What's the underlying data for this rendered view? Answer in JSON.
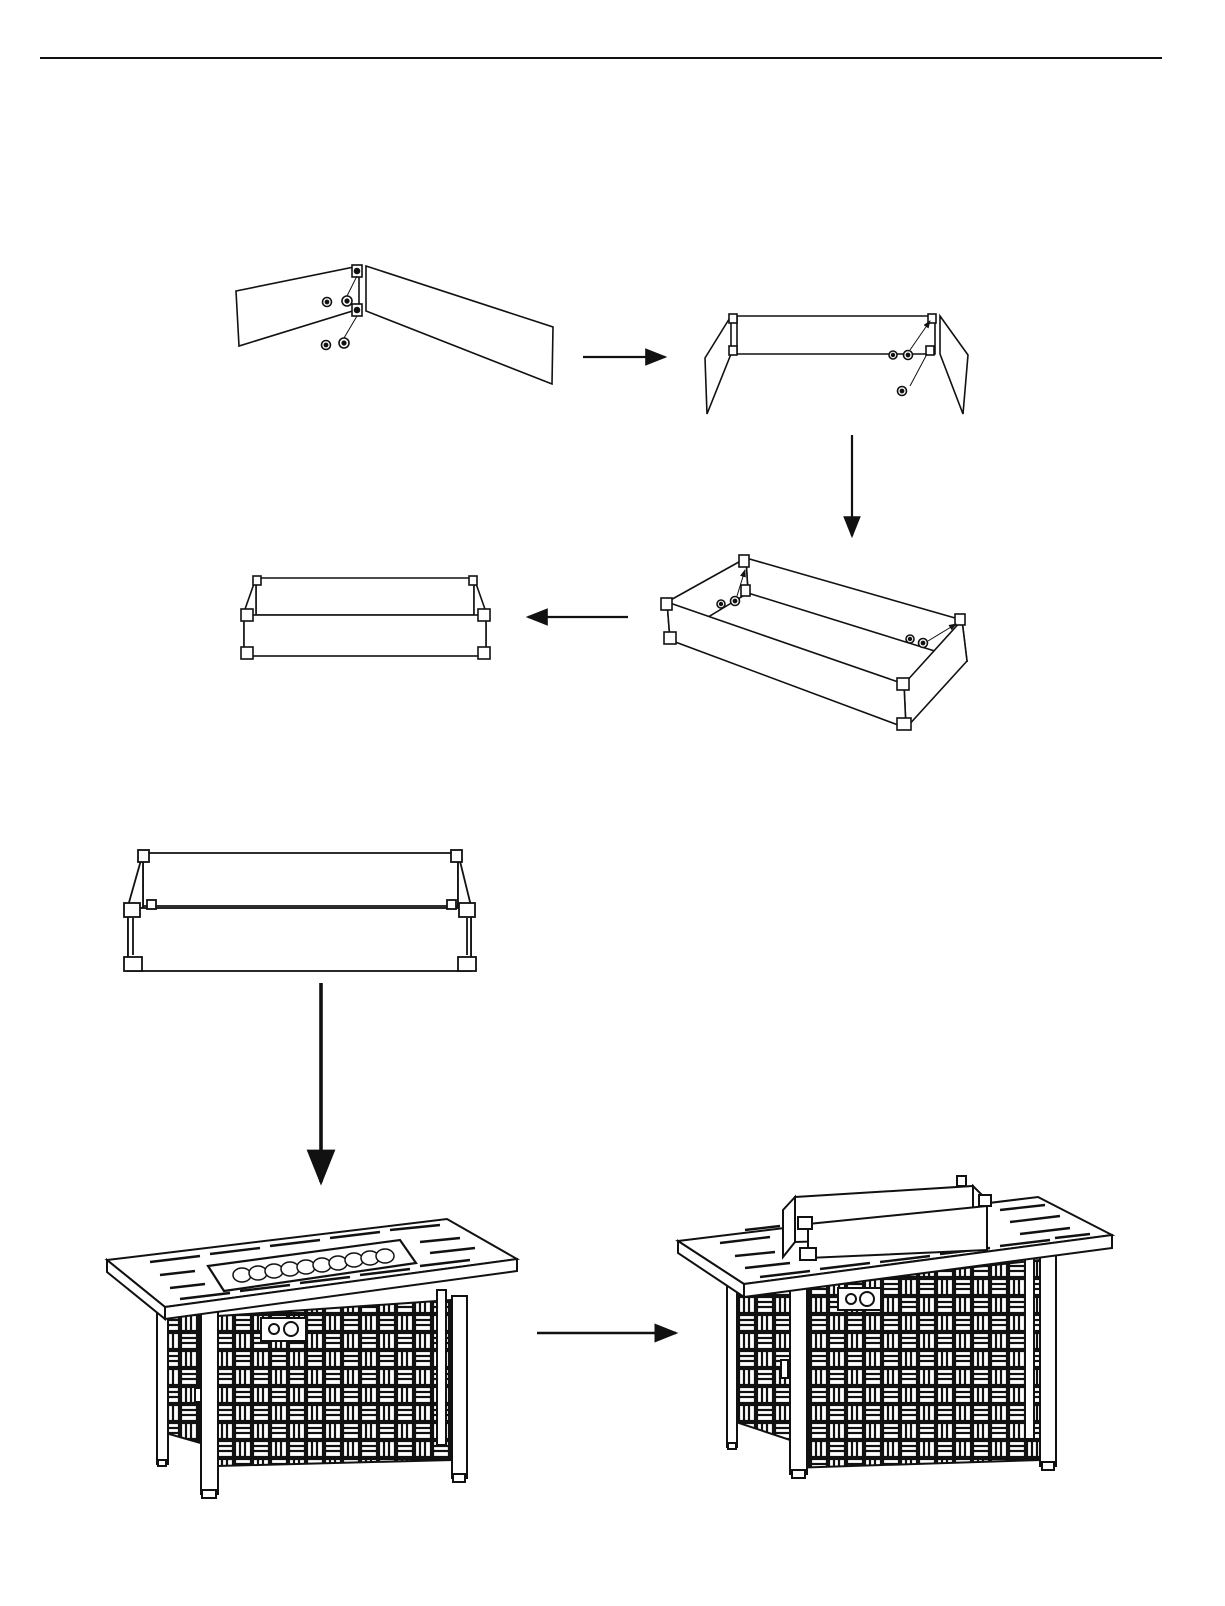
{
  "page": {
    "background": "#ffffff",
    "ink": "#111111"
  },
  "steps": [
    {
      "id": "panel-pair",
      "icon": "hinged-glass-panels-icon"
    },
    {
      "id": "three-panels",
      "icon": "three-glass-panels-icon"
    },
    {
      "id": "open-box",
      "icon": "glass-box-perspective-icon"
    },
    {
      "id": "closed-box",
      "icon": "assembled-wind-guard-icon"
    },
    {
      "id": "wind-guard-large",
      "icon": "wind-guard-front-icon"
    },
    {
      "id": "table-bare",
      "icon": "fire-pit-table-with-stones-icon"
    },
    {
      "id": "table-guarded",
      "icon": "fire-pit-table-with-guard-icon"
    }
  ]
}
